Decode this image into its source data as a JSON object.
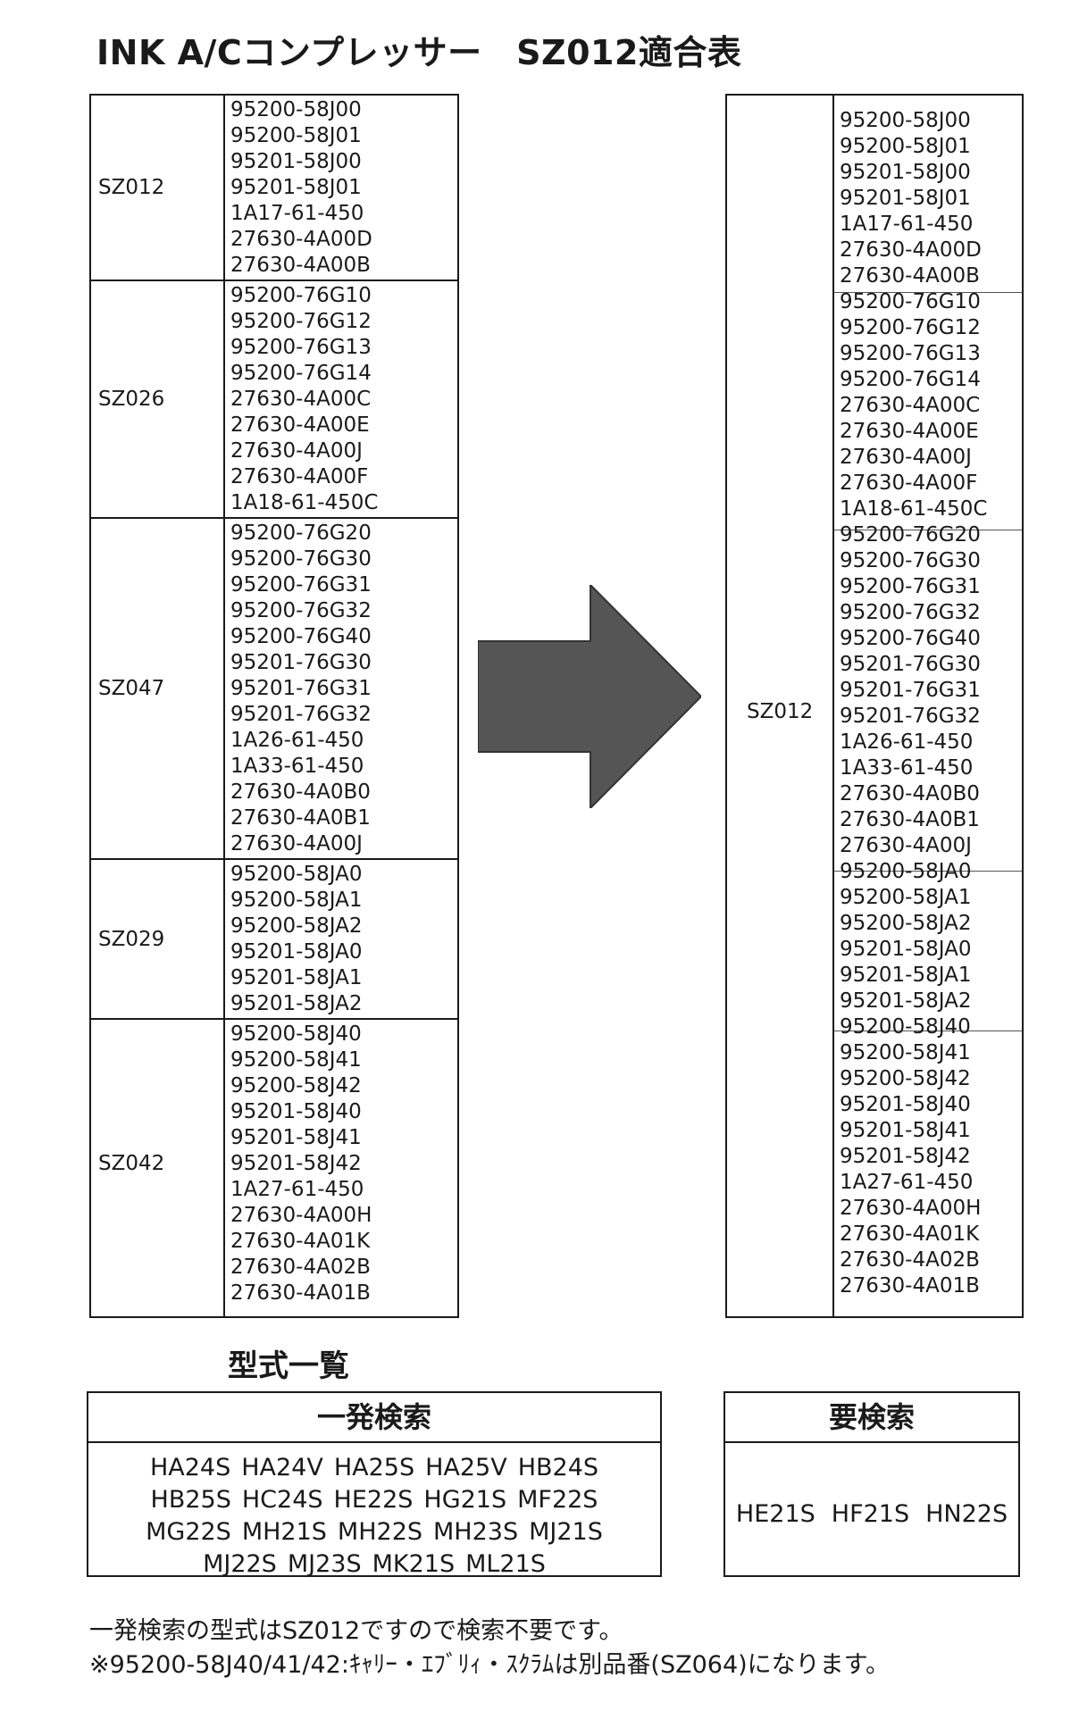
{
  "title": "INK A/Cコンプレッサー　SZ012適合表",
  "left_table": {
    "groups": [
      {
        "label": "SZ012",
        "parts": [
          "95200-58J00",
          "95200-58J01",
          "95201-58J00",
          "95201-58J01",
          "1A17-61-450",
          "27630-4A00D",
          "27630-4A00B"
        ]
      },
      {
        "label": "SZ026",
        "parts": [
          "95200-76G10",
          "95200-76G12",
          "95200-76G13",
          "95200-76G14",
          "27630-4A00C",
          "27630-4A00E",
          "27630-4A00J",
          "27630-4A00F",
          "1A18-61-450C"
        ]
      },
      {
        "label": "SZ047",
        "parts": [
          "95200-76G20",
          "95200-76G30",
          "95200-76G31",
          "95200-76G32",
          "95200-76G40",
          "95201-76G30",
          "95201-76G31",
          "95201-76G32",
          "1A26-61-450",
          "1A33-61-450",
          "27630-4A0B0",
          "27630-4A0B1",
          "27630-4A00J"
        ]
      },
      {
        "label": "SZ029",
        "parts": [
          "95200-58JA0",
          "95200-58JA1",
          "95200-58JA2",
          "95201-58JA0",
          "95201-58JA1",
          "95201-58JA2"
        ]
      },
      {
        "label": "SZ042",
        "parts": [
          "95200-58J40",
          "95200-58J41",
          "95200-58J42",
          "95201-58J40",
          "95201-58J41",
          "95201-58J42",
          "1A27-61-450",
          "27630-4A00H",
          "27630-4A01K",
          "27630-4A02B",
          "27630-4A01B"
        ]
      }
    ]
  },
  "right_table": {
    "label": "SZ012"
  },
  "heading": "型式一覧",
  "box_direct": {
    "title": "一発検索",
    "rows": [
      [
        "HA24S",
        "HA24V",
        "HA25S",
        "HA25V",
        "HB24S"
      ],
      [
        "HB25S",
        "HC24S",
        "HE22S",
        "HG21S",
        "MF22S"
      ],
      [
        "MG22S",
        "MH21S",
        "MH22S",
        "MH23S",
        "MJ21S"
      ],
      [
        "MJ22S",
        "MJ23S",
        "MK21S",
        "ML21S"
      ]
    ]
  },
  "box_search": {
    "title": "要検索",
    "models": [
      "HE21S",
      "HF21S",
      "HN22S"
    ]
  },
  "notes": [
    "一発検索の型式はSZ012ですので検索不要です。",
    "※95200-58J40/41/42:ｷｬﾘｰ・ｴﾌﾞﾘｨ・ｽｸﾗﾑは別品番(SZ064)になります。"
  ]
}
